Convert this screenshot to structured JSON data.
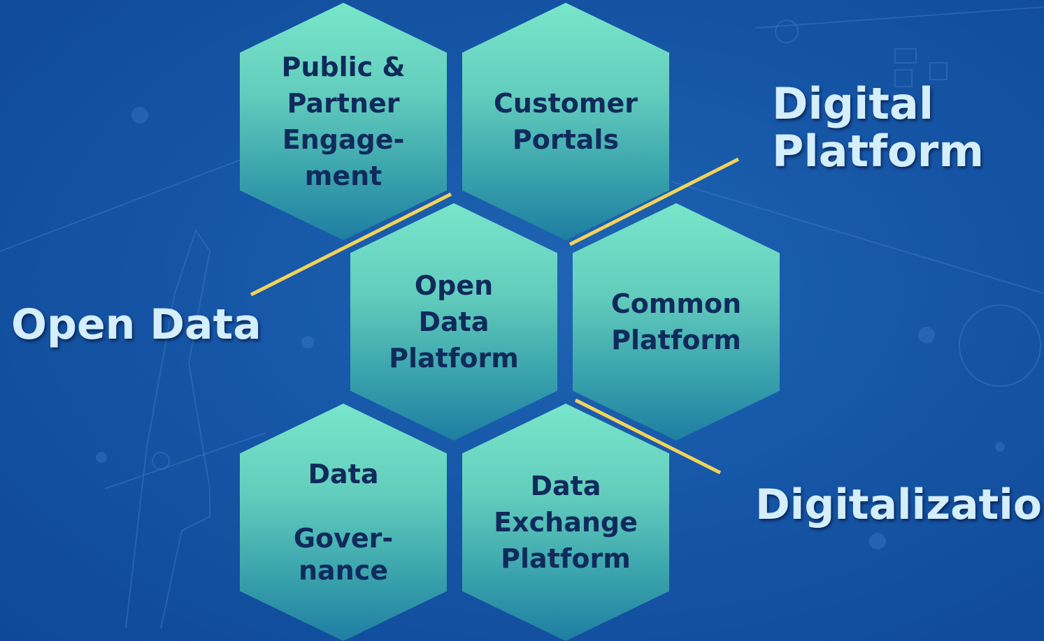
{
  "hexagons": {
    "public_partner": "Public &\nPartner\nEngage-\nment",
    "customer_portals": "Customer\nPortals",
    "open_data_platform": "Open\nData\nPlatform",
    "common_platform": "Common\nPlatform",
    "data_governance": "Data\n\nGover-\nnance",
    "data_exchange": "Data\nExchange\nPlatform"
  },
  "labels": {
    "digital_platform": "Digital\nPlatform",
    "open_data": "Open Data",
    "digitalization": "Digitalization"
  },
  "colors": {
    "background": "#1656a6",
    "hex_top": "#79e6ca",
    "hex_bottom": "#1e7ea2",
    "hex_text": "#102a5c",
    "label_text": "#d4eefc",
    "connector": "#f2d35a"
  }
}
